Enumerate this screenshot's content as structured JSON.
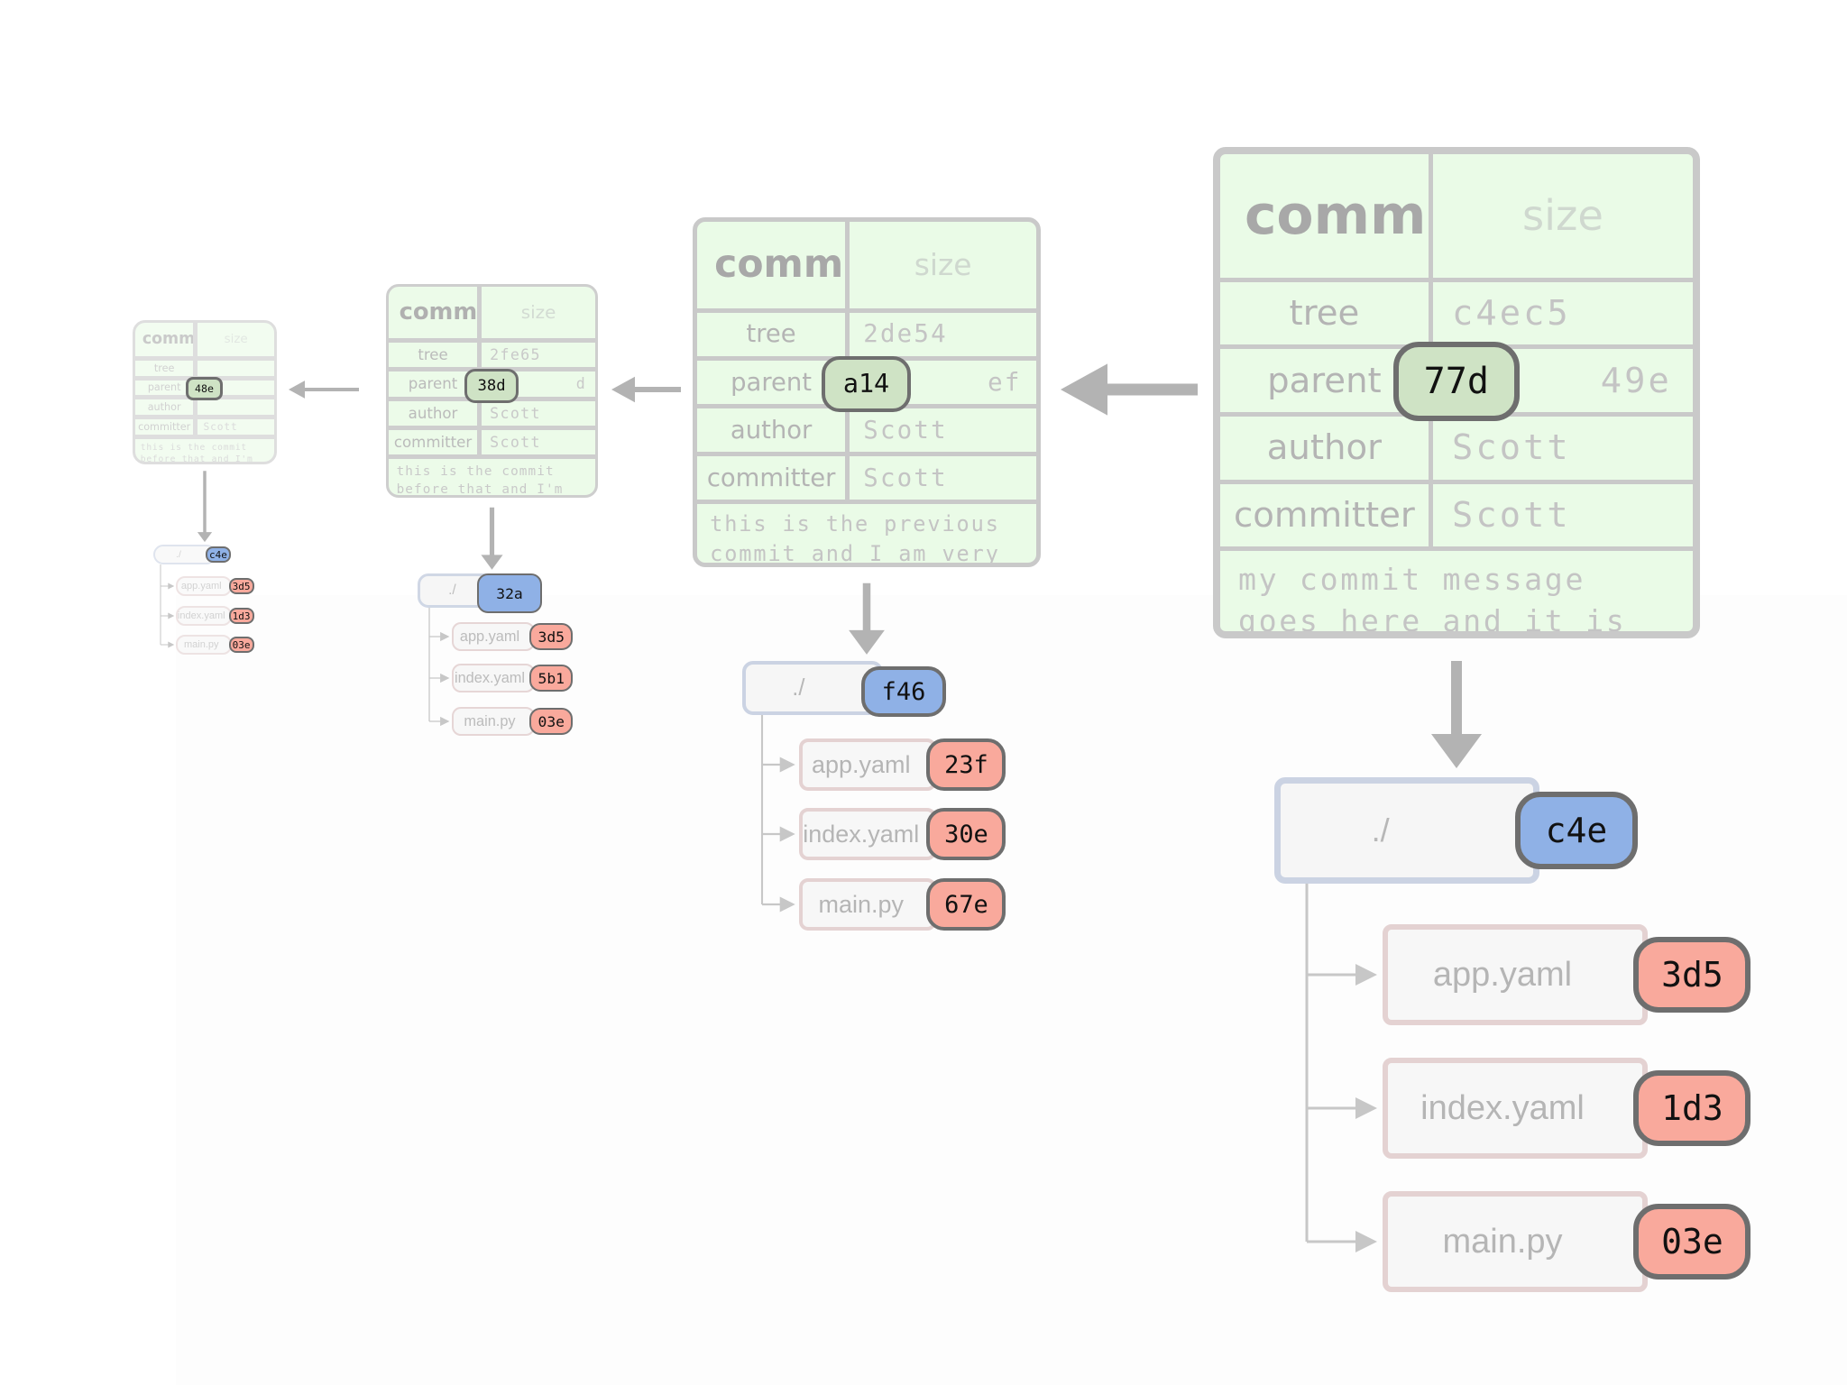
{
  "labels": {
    "commit": "commit",
    "size": "size",
    "tree": "tree",
    "parent": "parent",
    "author": "author",
    "committer": "committer",
    "root_dir": "./"
  },
  "colors": {
    "commit_bg": "#eafbe7",
    "commit_border": "#c9c9c9",
    "hash_commit": "#cfe3c5",
    "hash_tree": "#8fb1e6",
    "hash_blob": "#f9a99c",
    "arrow": "#b3b3b3"
  },
  "commits": [
    {
      "hash": "77d",
      "tree": "c4ec5",
      "parent_tail": "49e",
      "author": "Scott",
      "committer": "Scott",
      "message": "my commit message goes here and it is really, really cool",
      "tree_hash": "c4e",
      "files": [
        {
          "name": "app.yaml",
          "hash": "3d5"
        },
        {
          "name": "index.yaml",
          "hash": "1d3"
        },
        {
          "name": "main.py",
          "hash": "03e"
        }
      ]
    },
    {
      "hash": "a14",
      "tree": "2de54",
      "parent_tail": "ef",
      "author": "Scott",
      "committer": "Scott",
      "message": "this is the previous commit and I am very proud of it",
      "tree_hash": "f46",
      "files": [
        {
          "name": "app.yaml",
          "hash": "23f"
        },
        {
          "name": "index.yaml",
          "hash": "30e"
        },
        {
          "name": "main.py",
          "hash": "67e"
        }
      ]
    },
    {
      "hash": "38d",
      "tree": "2fe65",
      "parent_tail": "d",
      "author": "Scott",
      "committer": "Scott",
      "message": "this is the commit before that and I'm not sure why",
      "tree_hash": "32a",
      "files": [
        {
          "name": "app.yaml",
          "hash": "3d5"
        },
        {
          "name": "index.yaml",
          "hash": "5b1"
        },
        {
          "name": "main.py",
          "hash": "03e"
        }
      ]
    },
    {
      "hash": "48e",
      "tree": "",
      "parent_tail": "",
      "author": "",
      "committer": "Scott",
      "message": "this is the commit before that and I'm not sure why",
      "tree_hash": "c4e",
      "files": [
        {
          "name": "app.yaml",
          "hash": "3d5"
        },
        {
          "name": "index.yaml",
          "hash": "1d3"
        },
        {
          "name": "main.py",
          "hash": "03e"
        }
      ]
    }
  ]
}
